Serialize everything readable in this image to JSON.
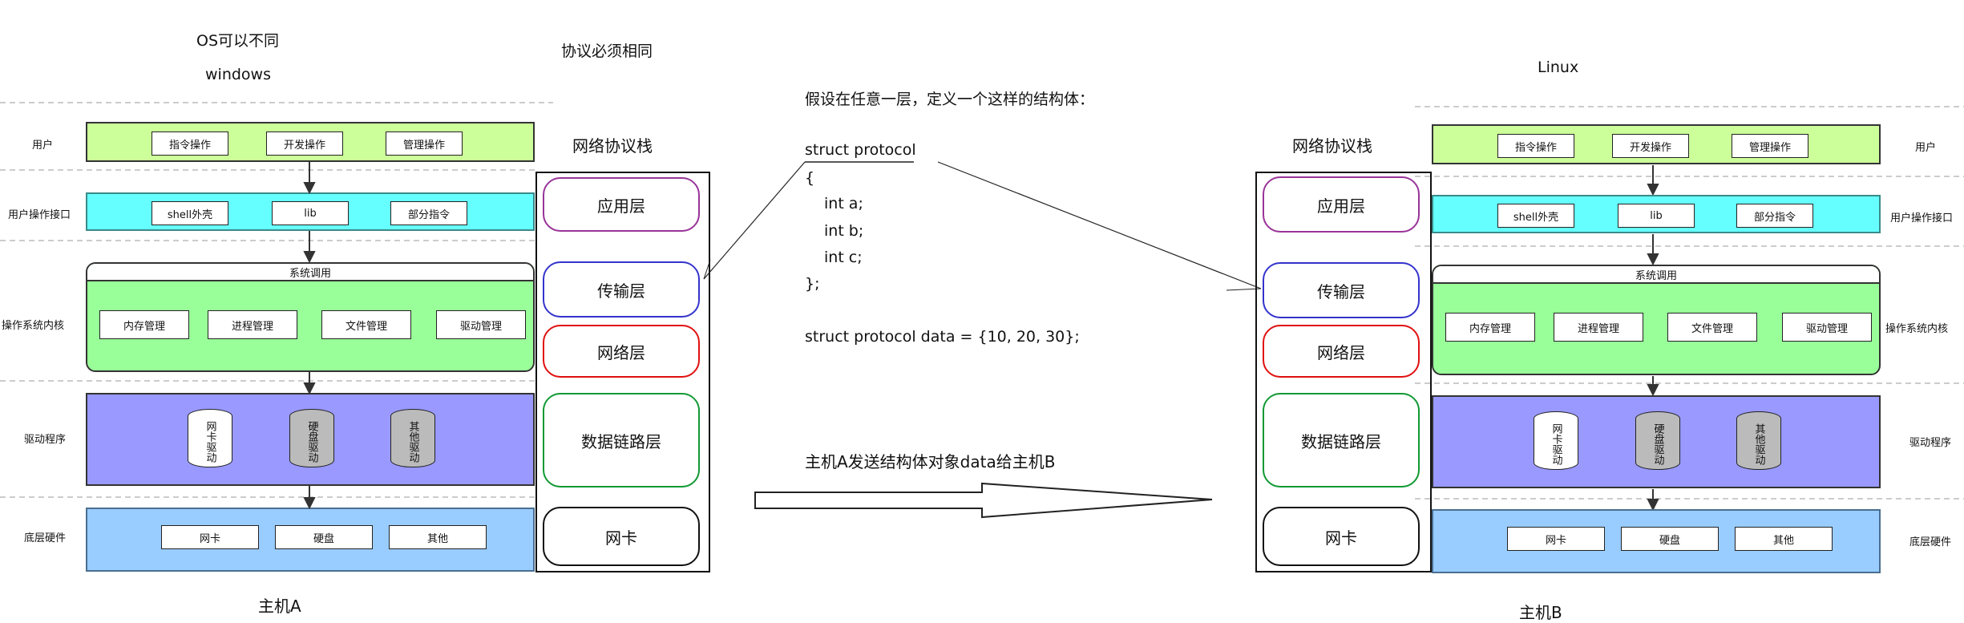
{
  "hostA": {
    "os_title": "OS可以不同",
    "os_name": "windows",
    "footer": "主机A",
    "side_labels": {
      "user": "用户",
      "ui": "用户操作接口",
      "kernel": "操作系统内核",
      "driver": "驱动程序",
      "hw": "底层硬件"
    }
  },
  "hostB": {
    "os_name": "Linux",
    "footer": "主机B",
    "side_labels": {
      "user": "用户",
      "ui": "用户操作接口",
      "kernel": "操作系统内核",
      "driver": "驱动程序",
      "hw": "底层硬件"
    }
  },
  "layers": {
    "user_ops": [
      "指令操作",
      "开发操作",
      "管理操作"
    ],
    "ui_ops": [
      "shell外壳",
      "lib",
      "部分指令"
    ],
    "syscall": "系统调用",
    "kernel_ops": [
      "内存管理",
      "进程管理",
      "文件管理",
      "驱动管理"
    ],
    "drivers": [
      "网卡驱动",
      "硬盘驱动",
      "其他驱动"
    ],
    "hardware": [
      "网卡",
      "硬盘",
      "其他"
    ]
  },
  "protocol": {
    "must_same": "协议必须相同",
    "stack_title": "网络协议栈",
    "stack_layers": [
      "应用层",
      "传输层",
      "网络层",
      "数据链路层",
      "网卡"
    ]
  },
  "code": {
    "intro": "假设在任意一层，定义一个这样的结构体：",
    "lines": [
      "struct protocol",
      "{",
      "int a;",
      "int b;",
      "int c;",
      "};"
    ],
    "data_line": "struct protocol data = {10, 20, 30};"
  },
  "send_text": "主机A发送结构体对象data给主机B",
  "colors": {
    "user_band": "#ccff99",
    "ui_band": "#66ffff",
    "kernel_band": "#99ff99",
    "driver_band": "#9999ff",
    "hw_band": "#99ccff",
    "app_border": "#993399",
    "transport_border": "#3333cc",
    "network_border": "#e01010",
    "link_border": "#119933",
    "nic_border": "#111111"
  }
}
